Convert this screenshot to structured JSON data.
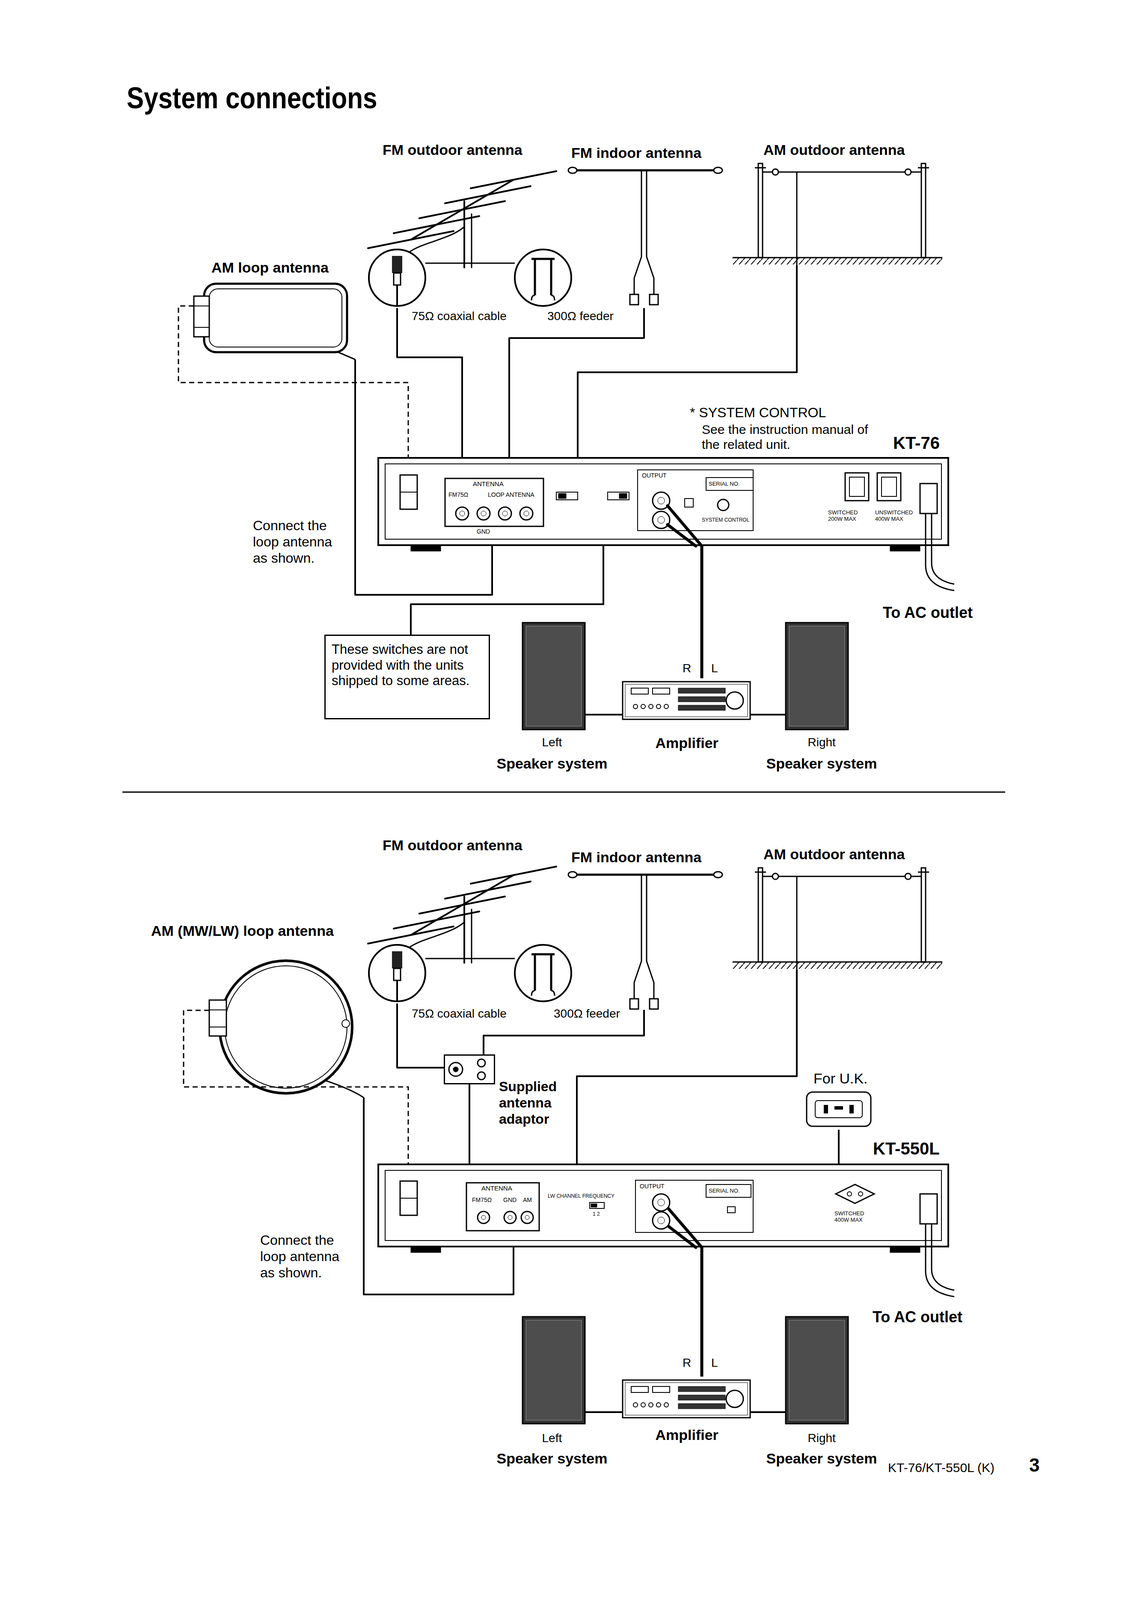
{
  "diagram": {
    "title": "System connections",
    "nodes": [
      {
        "text": [
          "FM outdoor antenna"
        ]
      },
      {
        "text": [
          "FM indoor antenna"
        ]
      },
      {
        "text": [
          "AM outdoor antenna"
        ]
      },
      {
        "text": [
          "AM loop antenna"
        ]
      },
      {
        "text": [
          "KT-76"
        ]
      },
      {
        "text": [
          "These switches are not provided with the units shipped to some areas."
        ]
      },
      {
        "text": [
          "Left",
          "Speaker system"
        ]
      },
      {
        "text": [
          "Amplifier"
        ]
      },
      {
        "text": [
          "Right",
          "Speaker system"
        ]
      },
      {
        "text": [
          "FM outdoor antenna"
        ]
      },
      {
        "text": [
          "FM indoor antenna"
        ]
      },
      {
        "text": [
          "AM outdoor antenna"
        ]
      },
      {
        "text": [
          "AM (MW/LW) loop antenna"
        ]
      },
      {
        "text": [
          "Supplied antenna adaptor"
        ]
      },
      {
        "text": [
          "For U.K."
        ]
      },
      {
        "text": [
          "KT-550L"
        ]
      },
      {
        "text": [
          "Left",
          "Speaker system"
        ]
      },
      {
        "text": [
          "Amplifier"
        ]
      },
      {
        "text": [
          "Right",
          "Speaker system"
        ]
      }
    ],
    "edges": [
      {
        "from": 0,
        "to": 4,
        "label": "75Ω coaxial cable",
        "arrow": "none"
      },
      {
        "from": 1,
        "to": 4,
        "label": "300Ω feeder",
        "arrow": "none"
      },
      {
        "from": 2,
        "to": 4,
        "arrow": "none"
      },
      {
        "from": 3,
        "to": 4,
        "arrow": "none"
      },
      {
        "from": 5,
        "to": 4,
        "arrow": "none"
      },
      {
        "from": 4,
        "to": 7,
        "arrow": "none"
      },
      {
        "from": 6,
        "to": 7,
        "arrow": "none"
      },
      {
        "from": 7,
        "to": 8,
        "arrow": "none"
      },
      {
        "from": 9,
        "to": 13,
        "label": "75Ω coaxial cable",
        "arrow": "none"
      },
      {
        "from": 10,
        "to": 13,
        "label": "300Ω feeder",
        "arrow": "none"
      },
      {
        "from": 13,
        "to": 15,
        "arrow": "none"
      },
      {
        "from": 11,
        "to": 15,
        "arrow": "none"
      },
      {
        "from": 12,
        "to": 15,
        "arrow": "none"
      },
      {
        "from": 14,
        "to": 15,
        "arrow": "none"
      },
      {
        "from": 15,
        "to": 17,
        "arrow": "none"
      },
      {
        "from": 16,
        "to": 17,
        "arrow": "none"
      },
      {
        "from": 17,
        "to": 18,
        "arrow": "none"
      }
    ],
    "labels": [
      "* SYSTEM CONTROL",
      "See the instruction manual of the related unit.",
      "Connect the loop antenna as shown.",
      "To AC outlet",
      "R",
      "L",
      "ANTENNA",
      "FM75Ω",
      "LOOP ANTENNA",
      "GND",
      "OUTPUT",
      "SERIAL NO.",
      "SYSTEM CONTROL",
      "SWITCHED 200W MAX",
      "UNSWITCHED 400W MAX",
      "Connect the loop antenna as shown.",
      "To AC outlet",
      "R",
      "L",
      "ANTENNA",
      "FM75Ω",
      "GND",
      "AM",
      "LW CHANNEL FREQUENCY",
      "1 2",
      "OUTPUT",
      "SERIAL NO.",
      "SWITCHED 400W MAX",
      "KT-76/KT-550L (K)",
      "3"
    ]
  }
}
